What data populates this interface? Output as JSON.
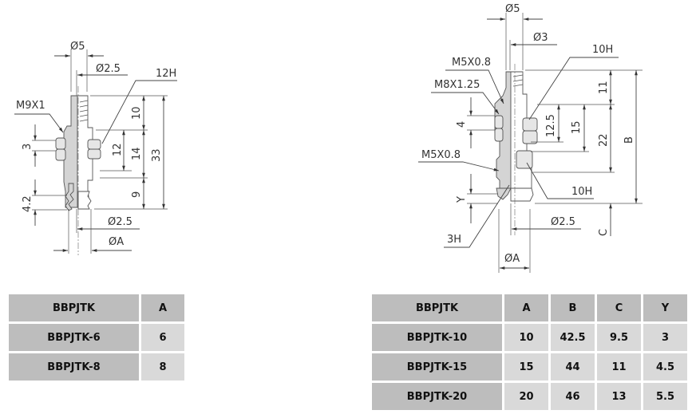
{
  "left_drawing": {
    "labels": {
      "top_diameter": "Ø5",
      "inner_diameter": "Ø2.5",
      "hex_size": "12H",
      "thread": "M9X1",
      "nut_height": "3",
      "pad_height": "4.2",
      "bottom_inner_diameter": "Ø2.5",
      "pad_diameter": "ØA",
      "dim_top": "10",
      "dim_hex": "12",
      "dim_mid": "14",
      "dim_bottom": "9",
      "dim_total": "33"
    }
  },
  "right_drawing": {
    "labels": {
      "top_diameter": "Ø5",
      "inner_diameter": "Ø3",
      "hex_top": "10H",
      "thread_top": "M5X0.8",
      "thread_body": "M8X1.25",
      "nut_height": "4",
      "thread_bottom": "M5X0.8",
      "hex_bottom": "10H",
      "pad_height": "Y",
      "bottom_inner_diameter": "Ø2.5",
      "pad_hex": "3H",
      "pad_diameter": "ØA",
      "dim_top": "11",
      "dim_a": "12.5",
      "dim_b": "15",
      "dim_c": "22",
      "dim_total": "B",
      "dim_below": "C"
    }
  },
  "table_left": {
    "headers": [
      "BBPJTK",
      "A"
    ],
    "rows": [
      [
        "BBPJTK-6",
        "6"
      ],
      [
        "BBPJTK-8",
        "8"
      ]
    ]
  },
  "table_right": {
    "headers": [
      "BBPJTK",
      "A",
      "B",
      "C",
      "Y"
    ],
    "rows": [
      [
        "BBPJTK-10",
        "10",
        "42.5",
        "9.5",
        "3"
      ],
      [
        "BBPJTK-15",
        "15",
        "44",
        "11",
        "4.5"
      ],
      [
        "BBPJTK-20",
        "20",
        "46",
        "13",
        "5.5"
      ]
    ]
  }
}
